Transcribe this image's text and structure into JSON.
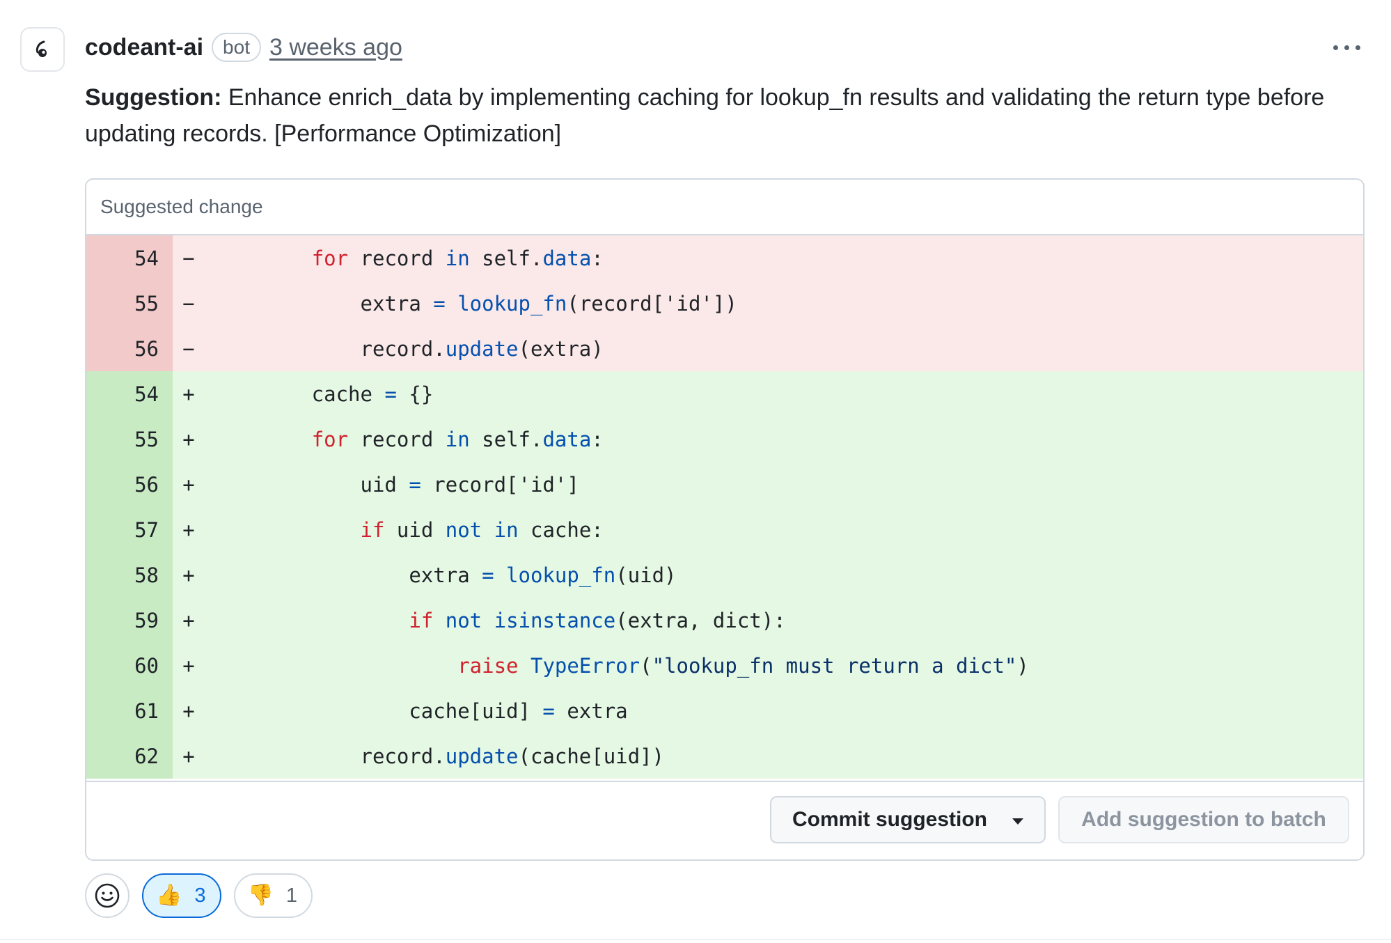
{
  "comment": {
    "author": "codeant-ai",
    "badge": "bot",
    "timestamp": "3 weeks ago",
    "suggestion_label": "Suggestion:",
    "suggestion_body": " Enhance enrich_data by implementing caching for lookup_fn results and validating the return type before updating records. [Performance Optimization]"
  },
  "card": {
    "header": "Suggested change",
    "commit_label": "Commit suggestion",
    "batch_label": "Add suggestion to batch"
  },
  "diff": [
    {
      "type": "del",
      "num": "54",
      "sign": "−"
    },
    {
      "type": "del",
      "num": "55",
      "sign": "−"
    },
    {
      "type": "del",
      "num": "56",
      "sign": "−"
    },
    {
      "type": "add",
      "num": "54",
      "sign": "+"
    },
    {
      "type": "add",
      "num": "55",
      "sign": "+"
    },
    {
      "type": "add",
      "num": "56",
      "sign": "+"
    },
    {
      "type": "add",
      "num": "57",
      "sign": "+"
    },
    {
      "type": "add",
      "num": "58",
      "sign": "+"
    },
    {
      "type": "add",
      "num": "59",
      "sign": "+"
    },
    {
      "type": "add",
      "num": "60",
      "sign": "+"
    },
    {
      "type": "add",
      "num": "61",
      "sign": "+"
    },
    {
      "type": "add",
      "num": "62",
      "sign": "+"
    }
  ],
  "code": {
    "l0": {
      "a": "        ",
      "b": "for",
      "c": " record ",
      "d": "in",
      "e": " self.",
      "f": "data",
      "g": ":"
    },
    "l1": {
      "a": "            extra ",
      "b": "=",
      "c": " ",
      "d": "lookup_fn",
      "e": "(record['id'])"
    },
    "l2": {
      "a": "            record.",
      "b": "update",
      "c": "(extra)"
    },
    "l3": {
      "a": "        cache ",
      "b": "=",
      "c": " {}"
    },
    "l4": {
      "a": "        ",
      "b": "for",
      "c": " record ",
      "d": "in",
      "e": " self.",
      "f": "data",
      "g": ":"
    },
    "l5": {
      "a": "            uid ",
      "b": "=",
      "c": " record['id']"
    },
    "l6": {
      "a": "            ",
      "b": "if",
      "c": " uid ",
      "d": "not",
      "e": " ",
      "f": "in",
      "g": " cache:"
    },
    "l7": {
      "a": "                extra ",
      "b": "=",
      "c": " ",
      "d": "lookup_fn",
      "e": "(uid)"
    },
    "l8": {
      "a": "                ",
      "b": "if",
      "c": " ",
      "d": "not",
      "e": " ",
      "f": "isinstance",
      "g": "(extra, dict):"
    },
    "l9": {
      "a": "                    ",
      "b": "raise",
      "c": " ",
      "d": "TypeError",
      "e": "(",
      "f": "\"lookup_fn must return a dict\"",
      "g": ")"
    },
    "l10": {
      "a": "                cache[uid] ",
      "b": "=",
      "c": " extra"
    },
    "l11": {
      "a": "            record.",
      "b": "update",
      "c": "(cache[uid])"
    }
  },
  "reactions": {
    "thumbs_up_glyph": "👍",
    "thumbs_up_count": "3",
    "thumbs_down_glyph": "👎",
    "thumbs_down_count": "1"
  },
  "icons": {
    "avatar": "codeant-logo-icon",
    "menu": "kebab-horizontal-icon",
    "emoji": "smiley-icon",
    "caret": "triangle-down-icon"
  },
  "colors": {
    "deletion_bg": "#fbe8e8",
    "addition_bg": "#e5f8e3",
    "keyword": "#cf222e",
    "function": "#0550ae",
    "reaction_active": "#0969da"
  }
}
